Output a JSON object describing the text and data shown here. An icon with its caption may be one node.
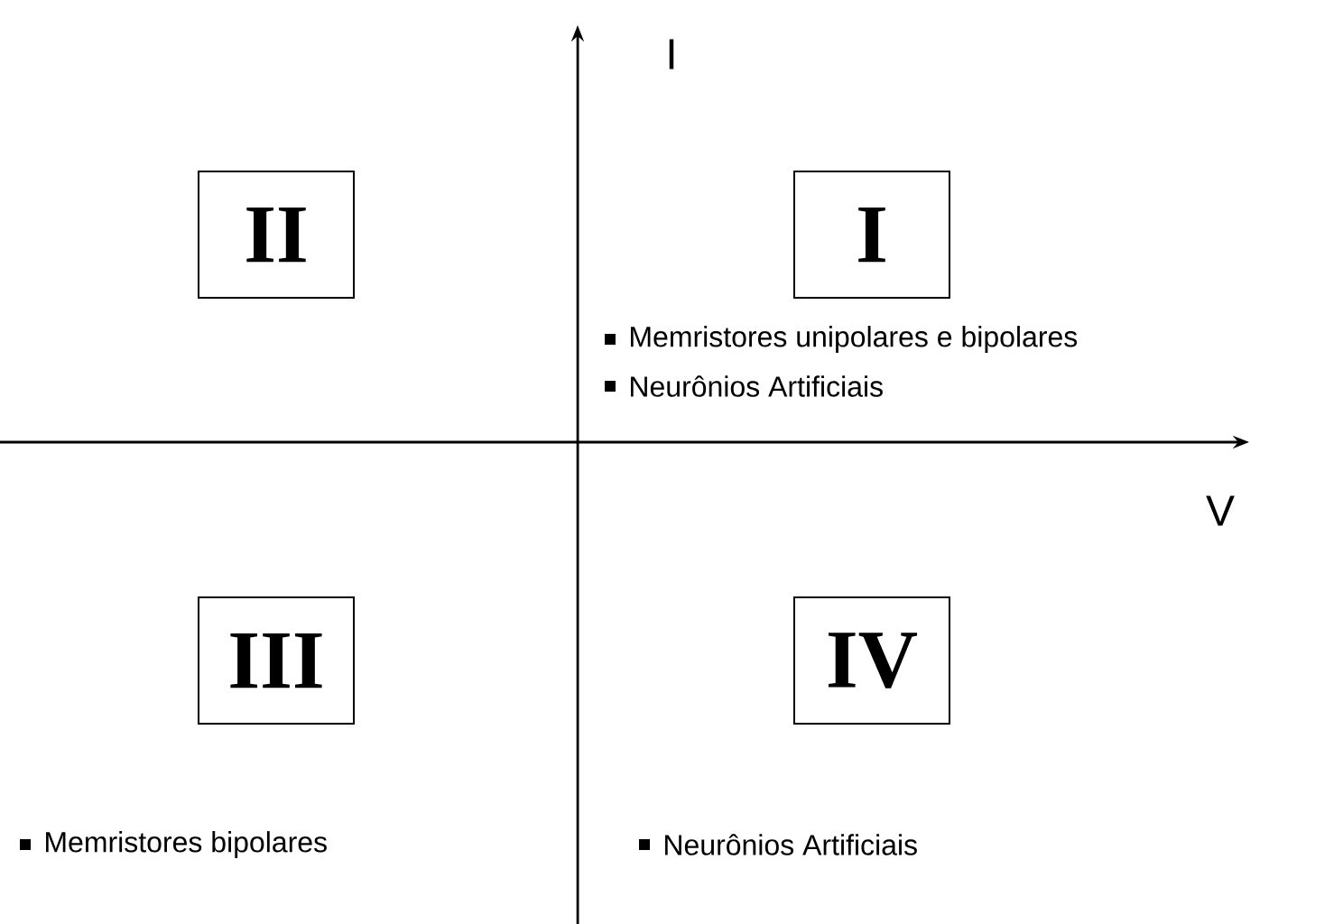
{
  "diagram": {
    "nodes": [
      {
        "text": [
          "II"
        ]
      },
      {
        "text": [
          "I"
        ]
      },
      {
        "text": [
          "III"
        ]
      },
      {
        "text": [
          "IV"
        ]
      }
    ],
    "labels": [
      "I",
      "Memristores unipolares e bipolares",
      "Neurônios Artificiais",
      "V",
      "Memristores bipolares",
      "Neurônios Artificiais"
    ]
  }
}
